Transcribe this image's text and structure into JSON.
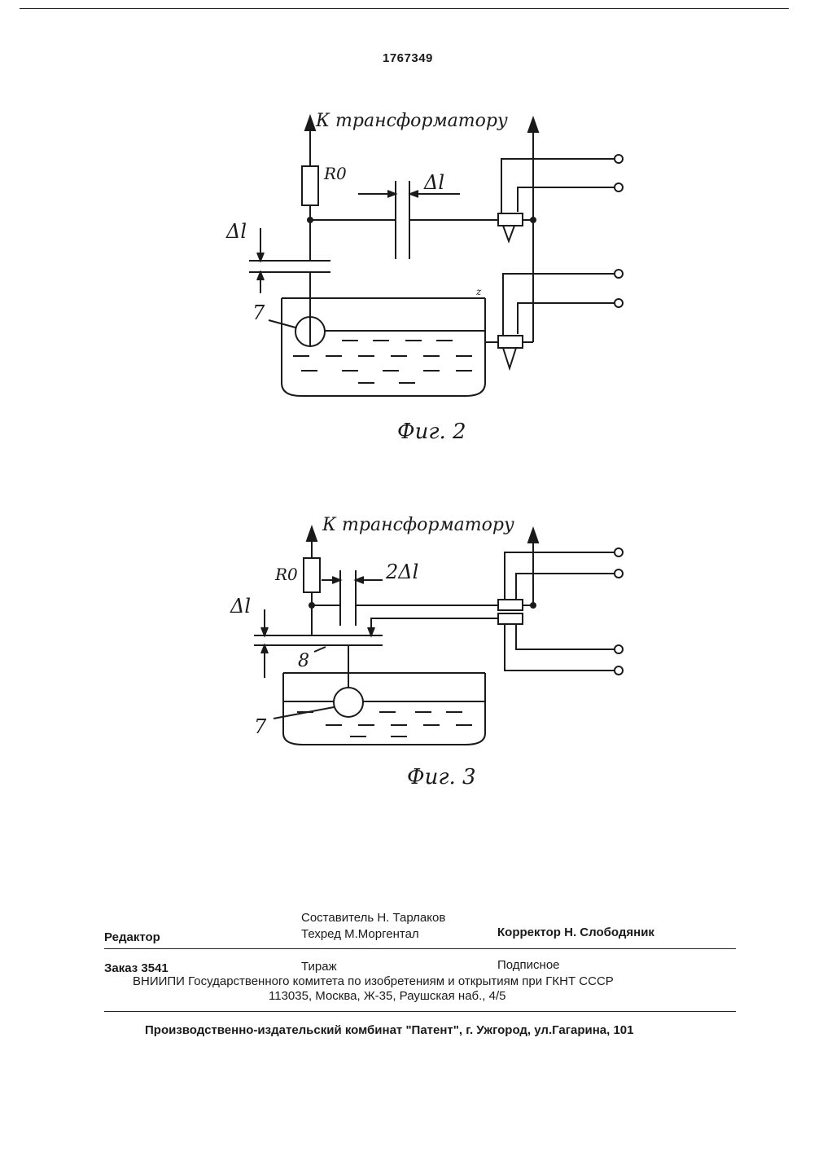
{
  "document": {
    "patent_number": "1767349"
  },
  "figures": [
    {
      "id": "fig2",
      "caption": "Фиг. 2",
      "output_label": "К трансформатору",
      "resistor_label": "R0",
      "gap_horizontal_label": "Δl",
      "gap_vertical_label": "Δl",
      "float_label": "7",
      "marker": "z"
    },
    {
      "id": "fig3",
      "caption": "Фиг. 3",
      "output_label": "К трансформатору",
      "resistor_label": "R0",
      "gap_horizontal_label": "2Δl",
      "gap_vertical_label": "Δl",
      "float_label": "7",
      "plate_label": "8"
    }
  ],
  "imprint": {
    "compiler": "Составитель   Н. Тарлаков",
    "editor": "Редактор",
    "techred": "Техред М.Моргентал",
    "corrector": "Корректор   Н. Слободяник",
    "order": "Заказ  3541",
    "circulation": "Тираж",
    "subscription": "Подписное",
    "institute": "ВНИИПИ Государственного комитета по изобретениям и открытиям при ГКНТ СССР",
    "address": "113035, Москва, Ж-35, Раушская наб., 4/5",
    "publisher": "Производственно-издательский комбинат \"Патент\", г. Ужгород, ул.Гагарина, 101"
  }
}
